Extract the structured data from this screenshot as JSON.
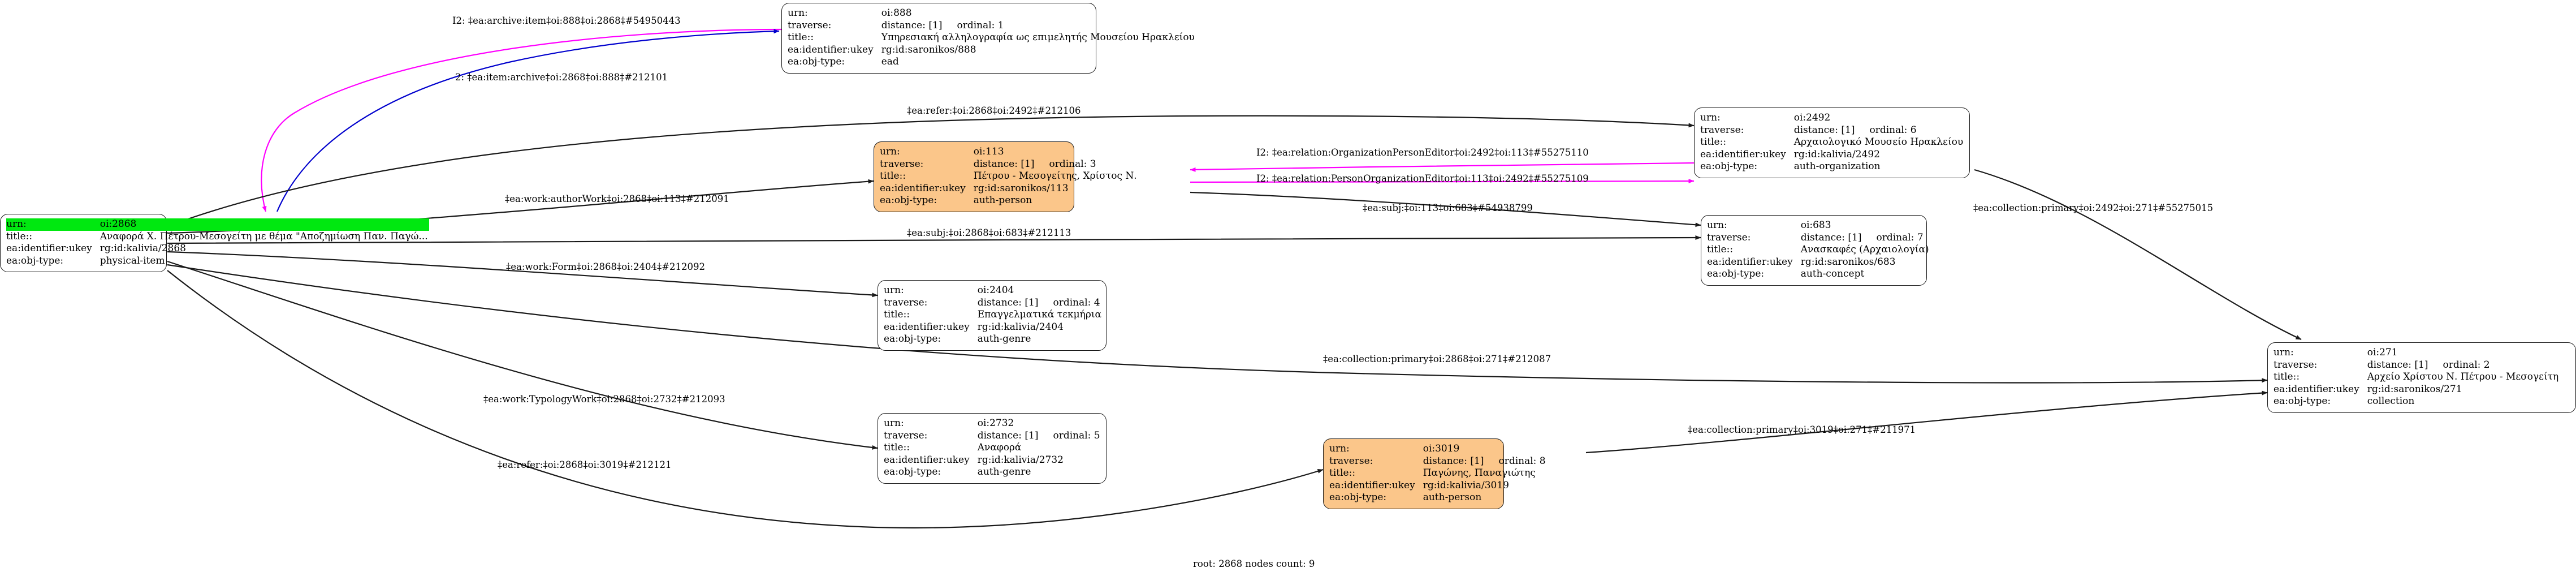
{
  "graph": {
    "footer": "root: 2868 nodes count: 9",
    "field_labels": {
      "urn": "urn:",
      "traverse": "traverse:",
      "title": "title::",
      "ukey": "ea:identifier:ukey",
      "objtype": "ea:obj-type:"
    },
    "nodes": [
      {
        "id": "n2868",
        "urn": "oi:2868",
        "traverse": "",
        "traverse_ordinal": "",
        "title": "Αναφορά Χ. Πέτρου-Μεσογείτη  με θέμα \"Αποζημίωση Παν. Παγώ...",
        "ukey": "rg:id:kalivia/2868",
        "objtype": "physical-item",
        "fill": "#ffffff",
        "highlight": "#00e810",
        "has_traverse": false
      },
      {
        "id": "n888",
        "urn": "oi:888",
        "traverse": "distance: [1]",
        "traverse_ordinal": "ordinal: 1",
        "title": "Υπηρεσιακή αλληλογραφία ως επιμελητής Μουσείου Ηρακλείου",
        "ukey": "rg:id:saronikos/888",
        "objtype": "ead",
        "fill": "#ffffff",
        "has_traverse": true
      },
      {
        "id": "n113",
        "urn": "oi:113",
        "traverse": "distance: [1]",
        "traverse_ordinal": "ordinal: 3",
        "title": "Πέτρου - Μεσογείτης, Χρίστος Ν.",
        "ukey": "rg:id:saronikos/113",
        "objtype": "auth-person",
        "fill": "#fbc68a",
        "has_traverse": true
      },
      {
        "id": "n2492",
        "urn": "oi:2492",
        "traverse": "distance: [1]",
        "traverse_ordinal": "ordinal: 6",
        "title": "Αρχαιολογικό Μουσείο Ηρακλείου",
        "ukey": "rg:id:kalivia/2492",
        "objtype": "auth-organization",
        "fill": "#ffffff",
        "has_traverse": true
      },
      {
        "id": "n683",
        "urn": "oi:683",
        "traverse": "distance: [1]",
        "traverse_ordinal": "ordinal: 7",
        "title": "Ανασκαφές (Αρχαιολογία)",
        "ukey": "rg:id:saronikos/683",
        "objtype": "auth-concept",
        "fill": "#ffffff",
        "has_traverse": true
      },
      {
        "id": "n2404",
        "urn": "oi:2404",
        "traverse": "distance: [1]",
        "traverse_ordinal": "ordinal: 4",
        "title": "Επαγγελματικά τεκμήρια",
        "ukey": "rg:id:kalivia/2404",
        "objtype": "auth-genre",
        "fill": "#ffffff",
        "has_traverse": true
      },
      {
        "id": "n2732",
        "urn": "oi:2732",
        "traverse": "distance: [1]",
        "traverse_ordinal": "ordinal: 5",
        "title": "Αναφορά",
        "ukey": "rg:id:kalivia/2732",
        "objtype": "auth-genre",
        "fill": "#ffffff",
        "has_traverse": true
      },
      {
        "id": "n3019",
        "urn": "oi:3019",
        "traverse": "distance: [1]",
        "traverse_ordinal": "ordinal: 8",
        "title": "Παγώνης, Παναγιώτης",
        "ukey": "rg:id:kalivia/3019",
        "objtype": "auth-person",
        "fill": "#fbc68a",
        "has_traverse": true
      },
      {
        "id": "n271",
        "urn": "oi:271",
        "traverse": "distance: [1]",
        "traverse_ordinal": "ordinal: 2",
        "title": "Αρχείο Χρίστου Ν. Πέτρου - Μεσογείτη",
        "ukey": "rg:id:saronikos/271",
        "objtype": "collection",
        "fill": "#ffffff",
        "has_traverse": true
      }
    ],
    "edges": [
      {
        "id": "e1",
        "label": "I2: ‡ea:archive:item‡oi:888‡oi:2868‡#54950443",
        "color": "#ff00ff"
      },
      {
        "id": "e2",
        "label": "2: ‡ea:item:archive‡oi:2868‡oi:888‡#212101",
        "color": "#0000cd"
      },
      {
        "id": "e3",
        "label": "‡ea:refer:‡oi:2868‡oi:2492‡#212106",
        "color": "#1a1a1a"
      },
      {
        "id": "e4",
        "label": "I2: ‡ea:relation:OrganizationPersonEditor‡oi:2492‡oi:113‡#55275110",
        "color": "#ff00ff"
      },
      {
        "id": "e5",
        "label": "I2: ‡ea:relation:PersonOrganizationEditor‡oi:113‡oi:2492‡#55275109",
        "color": "#ff00ff"
      },
      {
        "id": "e6",
        "label": "‡ea:work:authorWork‡oi:2868‡oi:113‡#212091",
        "color": "#1a1a1a"
      },
      {
        "id": "e7",
        "label": "‡ea:subj:‡oi:113‡oi:683‡#54938799",
        "color": "#1a1a1a"
      },
      {
        "id": "e8",
        "label": "‡ea:subj:‡oi:2868‡oi:683‡#212113",
        "color": "#1a1a1a"
      },
      {
        "id": "e9",
        "label": "‡ea:work:Form‡oi:2868‡oi:2404‡#212092",
        "color": "#1a1a1a"
      },
      {
        "id": "e10",
        "label": "‡ea:work:TypologyWork‡oi:2868‡oi:2732‡#212093",
        "color": "#1a1a1a"
      },
      {
        "id": "e11",
        "label": "‡ea:refer:‡oi:2868‡oi:3019‡#212121",
        "color": "#1a1a1a"
      },
      {
        "id": "e12",
        "label": "‡ea:collection:primary‡oi:2868‡oi:271‡#212087",
        "color": "#1a1a1a"
      },
      {
        "id": "e13",
        "label": "‡ea:collection:primary‡oi:3019‡oi:271‡#211971",
        "color": "#1a1a1a"
      },
      {
        "id": "e14",
        "label": "‡ea:collection:primary‡oi:2492‡oi:271‡#55275015",
        "color": "#1a1a1a"
      }
    ]
  }
}
